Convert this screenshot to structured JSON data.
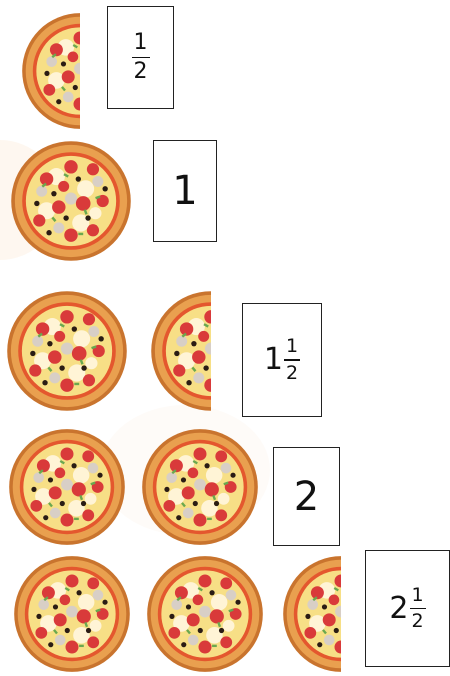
{
  "rows": [
    {
      "id": "half",
      "fraction": {
        "numerator": "1",
        "denominator": "2"
      }
    },
    {
      "id": "one",
      "whole": "1"
    },
    {
      "id": "one-and-half",
      "whole": "1",
      "fraction": {
        "numerator": "1",
        "denominator": "2"
      }
    },
    {
      "id": "two",
      "whole": "2"
    },
    {
      "id": "two-and-half",
      "whole": "2",
      "fraction": {
        "numerator": "1",
        "denominator": "2"
      }
    }
  ],
  "colors": {
    "crust": "#e9a04f",
    "crust_edge": "#c9742e",
    "sauce": "#e4572e",
    "cheese": "#f7df86",
    "pepperoni": "#d93a3a",
    "mushroom": "#e8e0d8",
    "olive": "#2a1c14",
    "pepper": "#6aa84f"
  },
  "icons": [
    "pizza-icon",
    "half-pizza-icon"
  ]
}
